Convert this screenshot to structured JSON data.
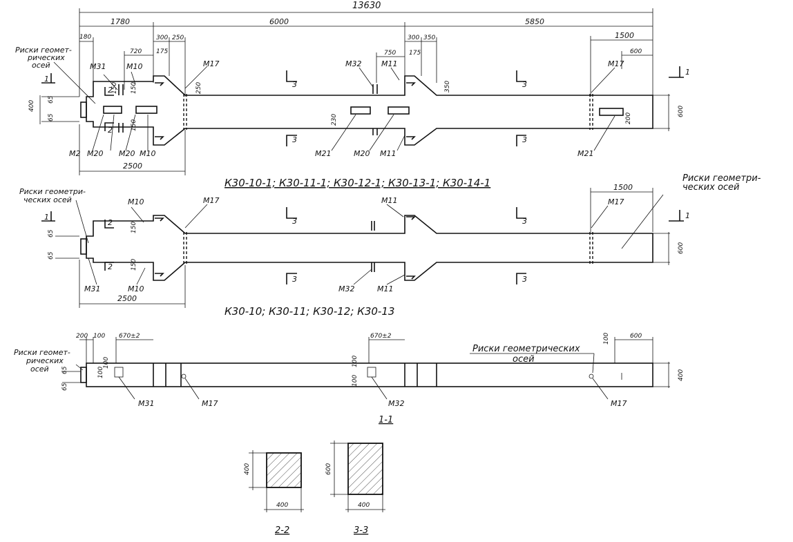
{
  "top_dims": {
    "total": "13630",
    "d1": "1780",
    "d2": "6000",
    "d3": "5850",
    "d180": "180",
    "d720": "720",
    "d300a": "300",
    "d250": "250",
    "d175a": "175",
    "d300b": "300",
    "d350": "350",
    "d750": "750",
    "d175b": "175",
    "d1500": "1500",
    "d600": "600"
  },
  "plan1": {
    "riski_1": "Риски геомет-",
    "riski_2": "рических",
    "riski_3": "осей",
    "M31": "М31",
    "M10a": "М10",
    "M17a": "М17",
    "M32": "М32",
    "M11a": "М11",
    "M17b": "М17",
    "M2": "М2",
    "M20a": "М20",
    "M20b": "М20",
    "M10b": "М10",
    "M21a": "М21",
    "M20c": "М20",
    "M11b": "М11",
    "M21b": "М21",
    "d400": "400",
    "d65a": "65",
    "d65b": "65",
    "d150a": "150",
    "d150b": "150",
    "d150c": "150",
    "d250b": "250",
    "d230": "230",
    "d350b": "350",
    "d600r": "600",
    "d200r": "200",
    "d2500": "2500",
    "sec1": "1",
    "sec2": "2",
    "sec3": "3",
    "caption": "К30-10-1; К30-11-1; К30-12-1; К30-13-1; К30-14-1"
  },
  "plan2": {
    "riski_1": "Риски геометри-",
    "riski_2": "ческих осей",
    "riski_r1": "Риски геометри-",
    "riski_r2": "ческих осей",
    "M10a": "М10",
    "M17a": "М17",
    "M11a": "М11",
    "M17b": "М17",
    "M31": "М31",
    "M10b": "М10",
    "M32": "М32",
    "M11b": "М11",
    "d65a": "65",
    "d65b": "65",
    "d150a": "150",
    "d150b": "150",
    "d1500": "1500",
    "d600r": "600",
    "d2500": "2500",
    "sec1": "1",
    "sec2": "2",
    "sec3": "3",
    "caption": "К30-10; К30-11; К30-12; К30-13"
  },
  "elev": {
    "riski_1": "Риски геомет-",
    "riski_2": "рических",
    "riski_3": "осей",
    "riski_r1": "Риски геометрических",
    "riski_r2": "осей",
    "d200": "200",
    "d100": "100",
    "d670a": "670±2",
    "d670b": "670±2",
    "d100r": "100",
    "d600": "600",
    "d400": "400",
    "d65a": "65",
    "d65b": "65",
    "v100": "100",
    "v100b": "100",
    "v100c": "100",
    "v100d": "100",
    "M31": "М31",
    "M17a": "М17",
    "M32": "М32",
    "M17b": "М17",
    "caption": "1-1"
  },
  "sections": {
    "s22": {
      "h": "400",
      "w": "400",
      "caption": "2-2"
    },
    "s33": {
      "h": "600",
      "w": "400",
      "caption": "3-3"
    }
  }
}
